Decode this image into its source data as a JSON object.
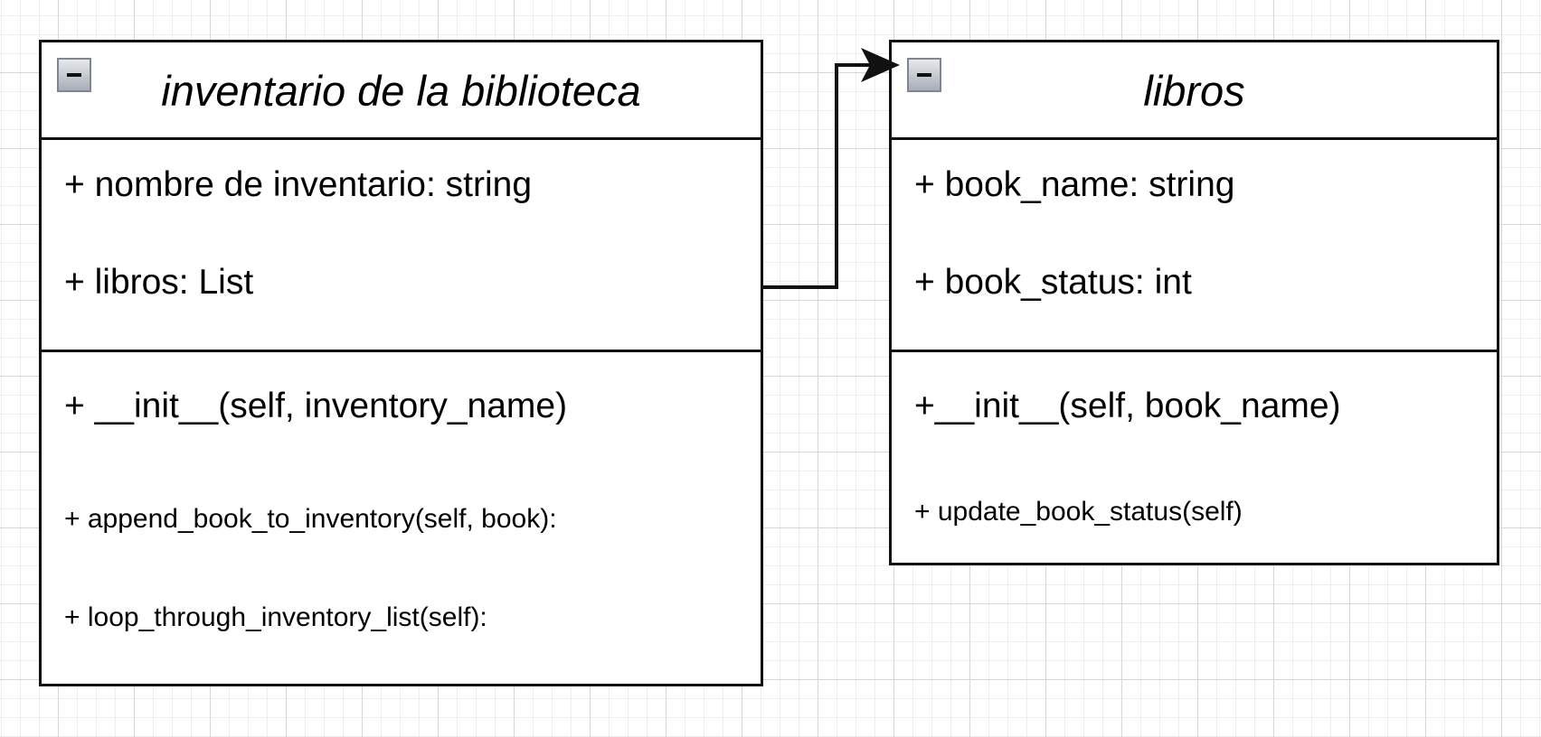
{
  "diagram": {
    "classes": [
      {
        "title": "inventario de la biblioteca",
        "attributes": [
          "+ nombre de inventario: string",
          "+ libros: List"
        ],
        "methods": [
          "+ __init__(self, inventory_name)",
          "+ append_book_to_inventory(self, book):",
          "+ loop_through_inventory_list(self):"
        ]
      },
      {
        "title": "libros",
        "attributes": [
          "+ book_name: string",
          "+ book_status: int"
        ],
        "methods": [
          "+__init__(self, book_name)",
          "+ update_book_status(self)"
        ]
      }
    ],
    "connector": {
      "from": "+ libros: List",
      "to": "libros",
      "arrowhead": "filled"
    }
  }
}
